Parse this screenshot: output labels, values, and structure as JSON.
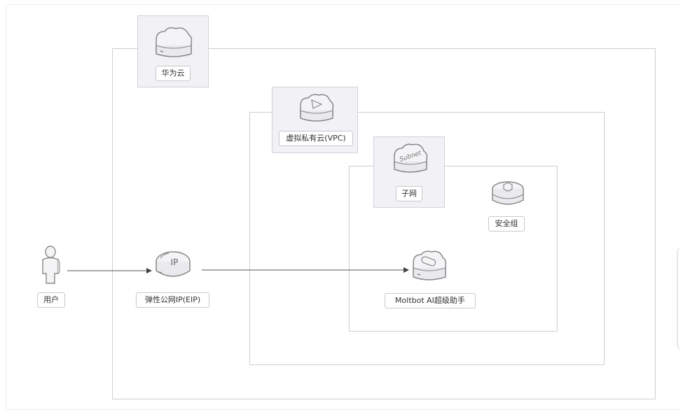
{
  "nodes": {
    "huawei_cloud": {
      "label": "华为云",
      "icon": "cloud-icon"
    },
    "vpc": {
      "label": "虚拟私有云(VPC)",
      "icon": "vpc-cloud-icon"
    },
    "subnet": {
      "label": "子网",
      "icon": "subnet-icon",
      "icon_text": "Subnet"
    },
    "security_group": {
      "label": "安全组",
      "icon": "security-group-icon"
    },
    "user": {
      "label": "用户",
      "icon": "user-icon"
    },
    "eip": {
      "label": "弹性公网IP(EIP)",
      "icon": "eip-icon",
      "icon_text": "IP"
    },
    "moltbot": {
      "label": "Moltbot AI超级助手",
      "icon": "server-icon"
    }
  },
  "edges": [
    {
      "from": "用户",
      "to": "弹性公网IP(EIP)"
    },
    {
      "from": "弹性公网IP(EIP)",
      "to": "Moltbot AI超级助手"
    }
  ],
  "colors": {
    "box_border": "#cfcfcf",
    "tile_bg": "#f1f1f6",
    "icon_fill": "#f4f4f6",
    "icon_stroke": "#8a8a8a",
    "arrow": "#444444"
  }
}
